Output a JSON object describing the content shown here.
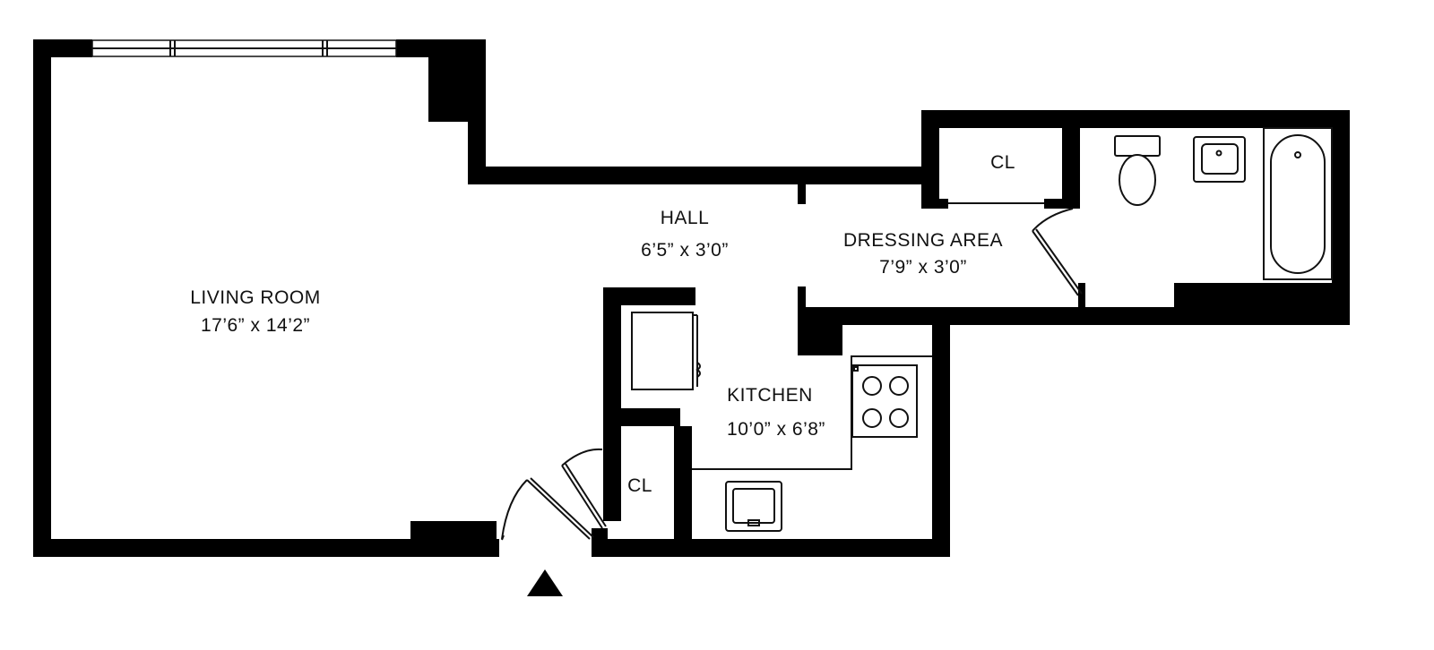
{
  "rooms": {
    "living": {
      "name": "LIVING ROOM",
      "dims": "17’6”  x  14’2”"
    },
    "hall": {
      "name": "HALL",
      "dims": "6’5”  x  3’0”"
    },
    "dressing": {
      "name": "DRESSING AREA",
      "dims": "7’9”  x  3’0”"
    },
    "kitchen": {
      "name": "KITCHEN",
      "dims": "10’0”  x  6’8”"
    },
    "closet_bath": {
      "name": "CL"
    },
    "closet_entry": {
      "name": "CL"
    }
  },
  "icons": {
    "entry": "entry-arrow-icon"
  }
}
